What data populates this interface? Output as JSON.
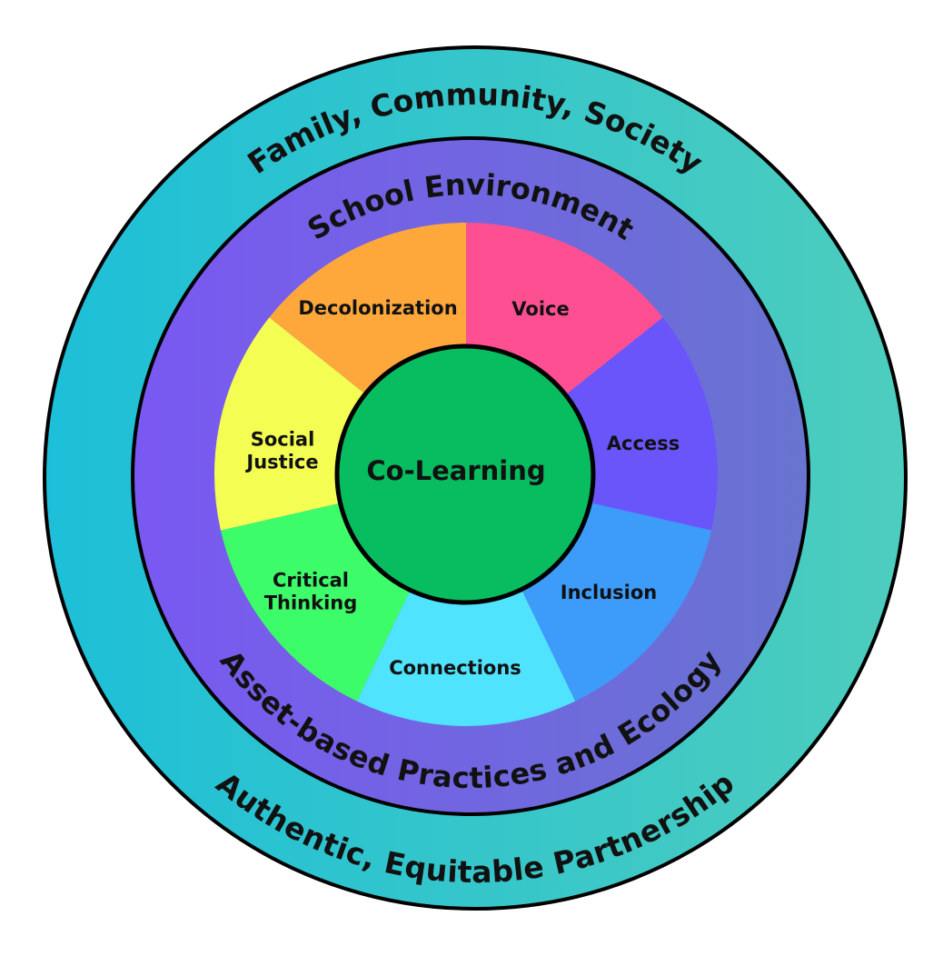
{
  "outer_ring": {
    "top_label": "Family, Community, Society",
    "bottom_label": "Authentic, Equitable Partnership",
    "colors": [
      "#1dbfd8",
      "#4dcdbd"
    ]
  },
  "middle_ring": {
    "top_label": "School Environment",
    "bottom_label": "Asset-based Practices and Ecology",
    "colors": [
      "#7a58f2",
      "#6874d0"
    ]
  },
  "segments": [
    {
      "lines": [
        "Voice"
      ],
      "color": "#fe4f93"
    },
    {
      "lines": [
        "Access"
      ],
      "color": "#6a55fb"
    },
    {
      "lines": [
        "Inclusion"
      ],
      "color": "#3d9bfa"
    },
    {
      "lines": [
        "Connections"
      ],
      "color": "#50e3fd"
    },
    {
      "lines": [
        "Critical",
        "Thinking"
      ],
      "color": "#3dfc6a"
    },
    {
      "lines": [
        "Social",
        "Justice"
      ],
      "color": "#f4fd52"
    },
    {
      "lines": [
        "Decolonization"
      ],
      "color": "#fea83c"
    }
  ],
  "center": {
    "label": "Co-Learning",
    "color": "#07bd5f"
  }
}
